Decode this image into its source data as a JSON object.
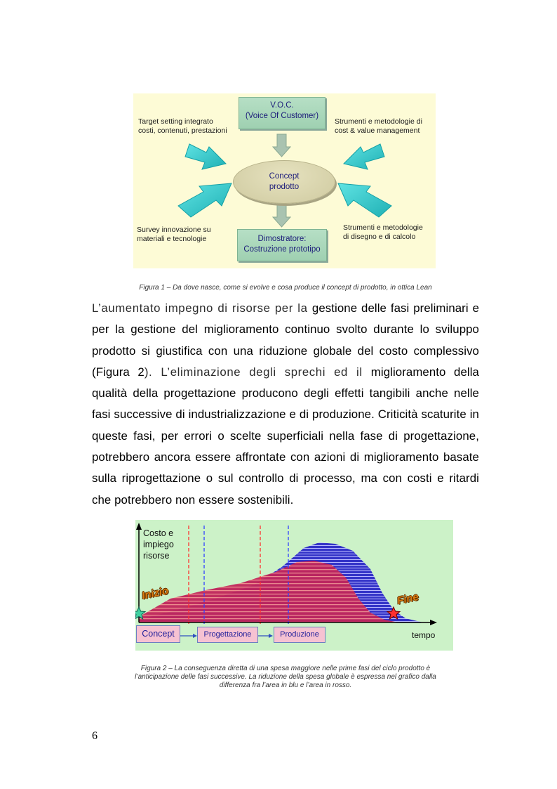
{
  "figure1": {
    "voc": "V.O.C.\n(Voice Of Customer)",
    "concept": "Concept\nprodotto",
    "dimostratore": "Dimostratore:\nCostruzione prototipo",
    "top_left": "Target setting integrato\ncosti, contenuti, prestazioni",
    "top_right": "Strumenti e metodologie di\ncost & value management",
    "bottom_left": "Survey innovazione su\nmateriali e tecnologie",
    "bottom_right": "Strumenti e metodologie\ndi disegno e di calcolo",
    "colors": {
      "background": "#fdfbd6",
      "arrow": "#2ec6c6",
      "box": "#a8d6b8",
      "ellipse": "#d9d5ad"
    }
  },
  "caption1": "Figura 1 – Da dove nasce, come si evolve e cosa produce il concept di prodotto, in ottica Lean",
  "paragraph": {
    "s1": "L’aumentato impegno di risorse per la ",
    "s2": "gestione delle fasi preliminari e per la gestione del miglioramento continuo svolto durante lo sviluppo prodotto si giustifica con una riduzione globale del costo complessivo (Figura 2",
    "s3": "). L’eliminazione degli sprechi ed il ",
    "s4": "miglioramento della qualità della progettazione producono degli effetti tangibili anche nelle fasi successive di industrializzazione e di produzione. Criticità scaturite in queste fasi, per errori o scelte superficiali nella fase di progettazione, potrebbero ancora essere affrontate con azioni di miglioramento basate sulla riprogettazione o sul controllo di processo, ma con costi e ritardi che potrebbero non essere sostenibili."
  },
  "figure2": {
    "ylabel": "Costo e\nimpiego\nrisorse",
    "xlabel": "tempo",
    "start_tag": "Inizio",
    "end_tag": "Fine",
    "phases": [
      "Concept",
      "Progettazione",
      "Produzione"
    ],
    "colors": {
      "background": "#ccf2c8",
      "blue_area": "#3a3ad0",
      "red_area": "#d03050",
      "phase_box": "#f6c2d2"
    }
  },
  "caption2": {
    "line1": "Figura 2 – La conseguenza diretta di una spesa maggiore nelle prime fasi del ciclo prodotto è",
    "line2": "l’anticipazione delle fasi successive. La riduzione della spesa globale è espressa nel grafico dalla",
    "line3": "differenza fra l’area in blu e l’area in rosso."
  },
  "page_number": "6"
}
